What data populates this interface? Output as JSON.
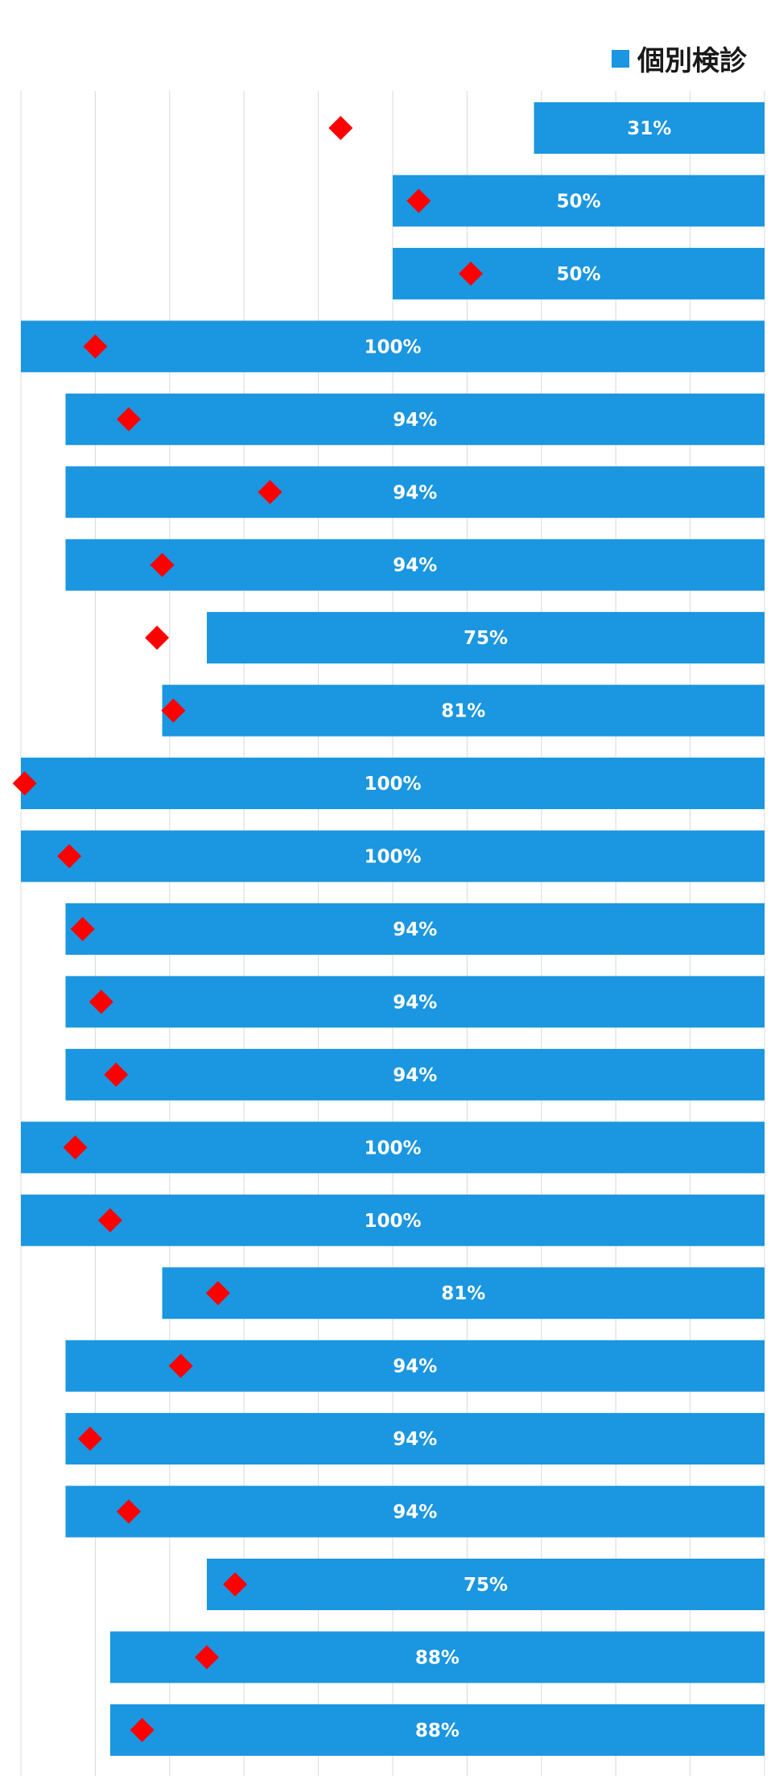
{
  "chart_data": {
    "type": "bar",
    "orientation": "horizontal",
    "stacked": false,
    "xlim": [
      0,
      100
    ],
    "grid": true,
    "legend": {
      "position": "top-right"
    },
    "series": [
      {
        "name": "個別検診",
        "color": "#1b96e0",
        "values": [
          31,
          50,
          50,
          100,
          94,
          94,
          94,
          75,
          81,
          100,
          100,
          94,
          94,
          94,
          100,
          100,
          81,
          94,
          94,
          94,
          75,
          88,
          88
        ],
        "labels": [
          "31%",
          "50%",
          "50%",
          "100%",
          "94%",
          "94%",
          "94%",
          "75%",
          "81%",
          "100%",
          "100%",
          "94%",
          "94%",
          "94%",
          "100%",
          "100%",
          "81%",
          "94%",
          "94%",
          "94%",
          "75%",
          "88%",
          "88%"
        ]
      },
      {
        "marker": "diamond",
        "color": "#ff0000",
        "values": [
          43,
          53.5,
          60.5,
          10,
          14.5,
          33.5,
          19,
          18.3,
          20.5,
          0.5,
          6.5,
          8.3,
          10.8,
          12.8,
          7.3,
          12,
          26.5,
          21.5,
          9.3,
          14.5,
          28.8,
          25,
          16.3
        ]
      }
    ]
  }
}
